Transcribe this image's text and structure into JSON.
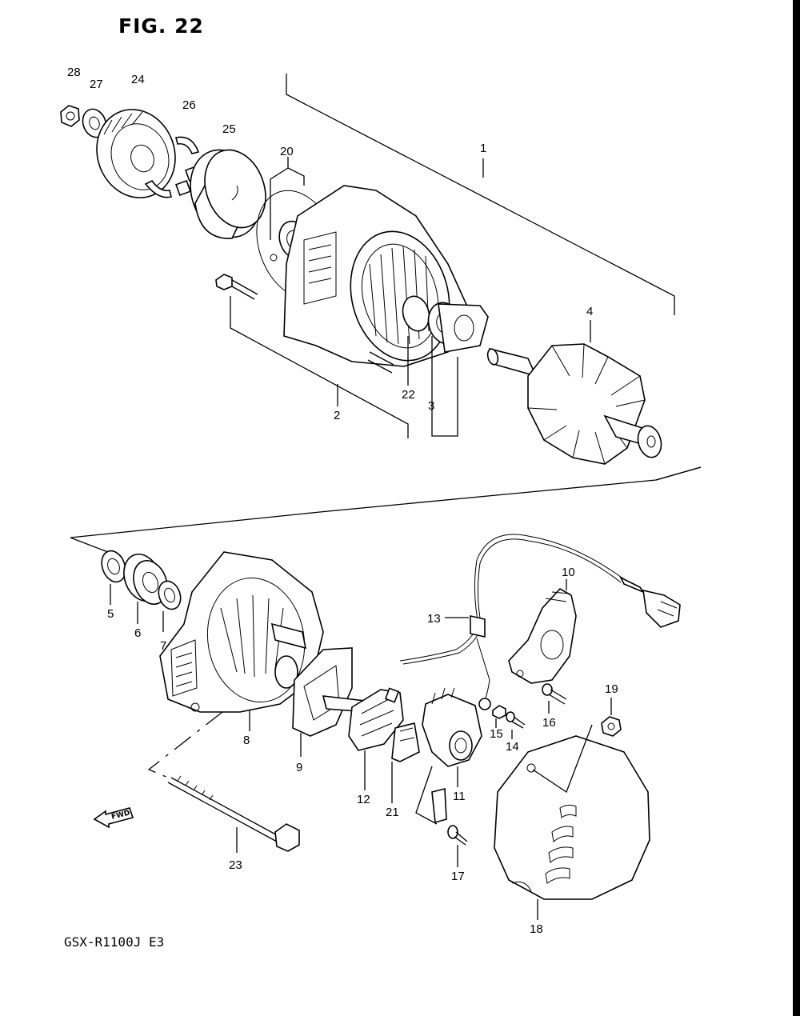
{
  "figure": {
    "title": "FIG. 22",
    "model_code": "GSX-R1100J E3",
    "fwd_label": "FWD"
  },
  "callouts": {
    "c1": "1",
    "c2": "2",
    "c3": "3",
    "c4": "4",
    "c5": "5",
    "c6": "6",
    "c7": "7",
    "c8": "8",
    "c9": "9",
    "c10": "10",
    "c11": "11",
    "c12": "12",
    "c13": "13",
    "c14": "14",
    "c15": "15",
    "c16": "16",
    "c17": "17",
    "c18": "18",
    "c19": "19",
    "c20": "20",
    "c21": "21",
    "c22": "22",
    "c23": "23",
    "c24": "24",
    "c25": "25",
    "c26": "26",
    "c27": "27",
    "c28": "28"
  }
}
